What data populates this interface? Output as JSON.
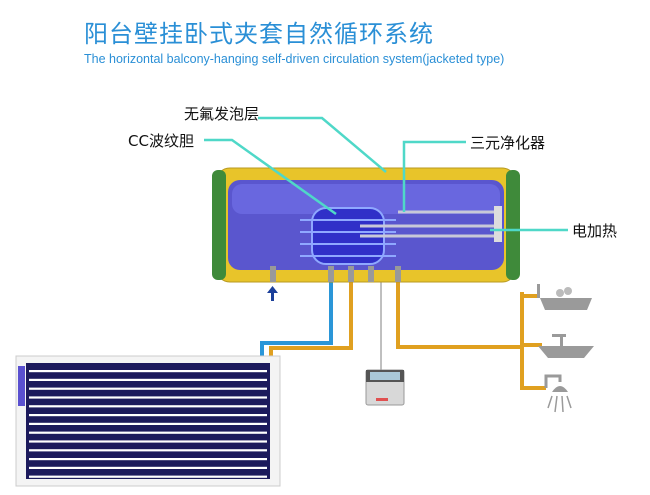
{
  "title": "阳台壁挂卧式夹套自然循环系统",
  "subtitle": "The  horizontal balcony-hanging self-driven circulation system(jacketed type)",
  "labels": {
    "foam_layer": "无氟发泡层",
    "cc_tank": "CC波纹胆",
    "purifier": "三元净化器",
    "heater": "电加热"
  },
  "colors": {
    "shell": "#e8c42a",
    "end_cap": "#3f8a3a",
    "inner_tank": "#4a4ae0",
    "cold_pipe": "#2a96d8",
    "hot_pipe": "#e0a020",
    "leader": "#4fd8c8",
    "panel": "#1c1a5c"
  },
  "icons": [
    "bathtub-icon",
    "sink-icon",
    "shower-icon",
    "controller-icon",
    "inlet-arrow-icon"
  ]
}
